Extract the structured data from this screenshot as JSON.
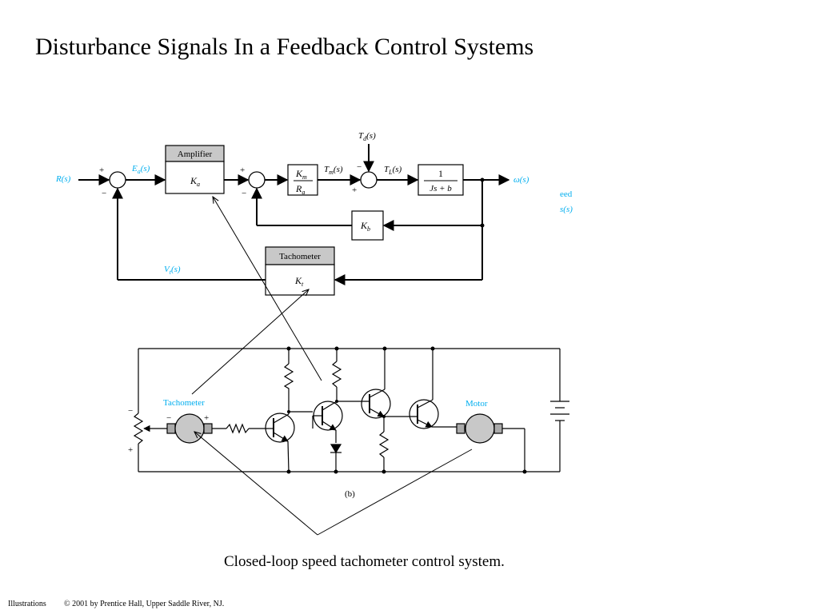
{
  "title": "Disturbance Signals In a Feedback Control Systems",
  "block_diagram": {
    "input": "R(s)",
    "error": "E",
    "error_sub": "a",
    "error_arg": "(s)",
    "amplifier_title": "Amplifier",
    "amplifier_gain": "K",
    "amplifier_gain_sub": "a",
    "motor_num": "K",
    "motor_num_sub": "m",
    "motor_den": "R",
    "motor_den_sub": "a",
    "tm": "T",
    "tm_sub": "m",
    "tm_arg": "(s)",
    "td": "T",
    "td_sub": "d",
    "td_arg": "(s)",
    "tl": "T",
    "tl_sub": "L",
    "tl_arg": "(s)",
    "load_num": "1",
    "load_den": "Js + b",
    "output": "ω(s)",
    "backemf_gain": "K",
    "backemf_gain_sub": "b",
    "tach_title": "Tachometer",
    "tach_gain": "K",
    "tach_gain_sub": "t",
    "vt": "V",
    "vt_sub": "t",
    "vt_arg": "(s)",
    "clipped_1": "eed",
    "clipped_2": "s(s)",
    "plus": "+",
    "minus": "−"
  },
  "circuit": {
    "tach_label": "Tachometer",
    "motor_label": "Motor",
    "tach_minus": "−",
    "tach_plus": "+",
    "pot_minus": "−",
    "pot_plus": "+",
    "part_label": "(b)"
  },
  "caption": "Closed-loop speed tachometer control system.",
  "footer_left": "Illustrations",
  "footer_right": "© 2001 by Prentice Hall, Upper Saddle River, NJ.",
  "colors": {
    "accent": "#00aeef",
    "block_header": "#c8c8c8"
  }
}
